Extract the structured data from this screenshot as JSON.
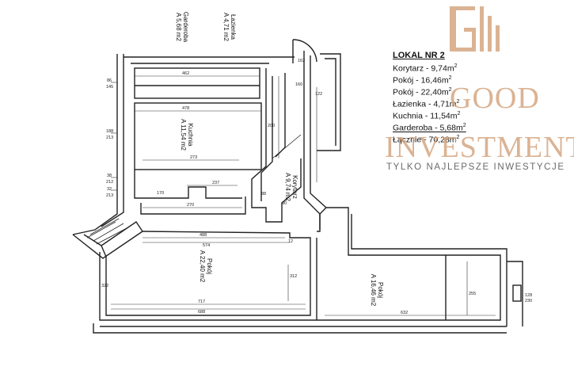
{
  "legend": {
    "title": "LOKAL NR 2",
    "rows": [
      {
        "text": "Korytarz - 9,74m",
        "sup": "2"
      },
      {
        "text": "Pokój - 16,46m",
        "sup": "2"
      },
      {
        "text": "Pokój - 22,40m",
        "sup": "2"
      },
      {
        "text": "Łazienka - 4,71m",
        "sup": "2"
      },
      {
        "text": "Kuchnia - 11,54m",
        "sup": "2"
      },
      {
        "text": "Garderoba - 5,68m",
        "sup": "2"
      },
      {
        "text": "Łącznie - 70,28m",
        "sup": "2"
      }
    ]
  },
  "brand": {
    "mark": "GII",
    "word1": "GOOD",
    "word2": "INVESTMENT",
    "tagline": "TYLKO NAJLEPSZE INWESTYCJE",
    "color": "#d4a37c"
  },
  "rooms": {
    "garderoba": {
      "name": "Garderoba",
      "area": "A 5,68 m2"
    },
    "lazienka": {
      "name": "Łazienka",
      "area": "A 4,71 m2"
    },
    "kuchnia": {
      "name": "Kuchnia",
      "area": "A 11,54 m2"
    },
    "korytarz": {
      "name": "Korytarz",
      "area": "A 9,74 m2"
    },
    "pokoj1": {
      "name": "Pokój",
      "area": "A 22,40 m2"
    },
    "pokoj2": {
      "name": "Pokój",
      "area": "A 16,46 m2"
    }
  },
  "dims": {
    "d462": "462",
    "d478": "478",
    "d273": "273",
    "d237": "237",
    "d270": "270",
    "d488": "488",
    "d574": "574",
    "d717": "717",
    "d688": "688",
    "d632": "632",
    "d312": "312",
    "d322": "322",
    "d255": "255",
    "d230": "230",
    "d128": "128",
    "d160": "160",
    "d90": "90",
    "d170": "170",
    "d86": "86",
    "d145": "145",
    "d188": "188",
    "d213": "213",
    "d38": "38",
    "d212": "212",
    "d32": "32",
    "d213b": "213",
    "d12": "12",
    "d200": "200",
    "d122": "122",
    "d88": "88",
    "d162": "162"
  }
}
